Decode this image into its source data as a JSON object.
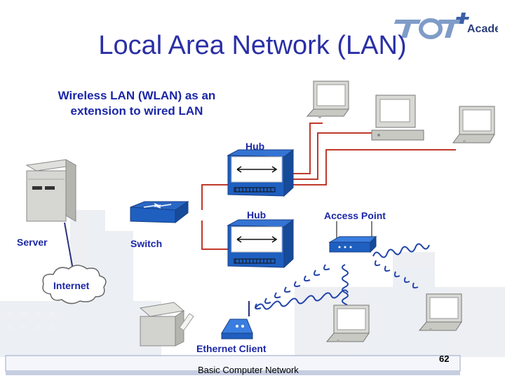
{
  "title": "Local Area Network (LAN)",
  "subtitle_line1": "Wireless LAN (WLAN) as an",
  "subtitle_line2": "extension to wired LAN",
  "labels": {
    "hub_top": "Hub",
    "hub_bottom": "Hub",
    "access_point": "Access Point",
    "server": "Server",
    "switch": "Switch",
    "internet": "Internet",
    "ethernet_client": "Ethernet Client"
  },
  "footer": {
    "text": "Basic Computer Network",
    "page_number": "62"
  },
  "logo": {
    "brand": "TOT",
    "word": "Academy"
  },
  "colors": {
    "title": "#2a2fa6",
    "label": "#1b27a6",
    "device_blue": "#1e5fc0",
    "cable_red": "#c0392b",
    "cable_navy": "#2b2f7a",
    "wireless_blue": "#2244aa"
  }
}
